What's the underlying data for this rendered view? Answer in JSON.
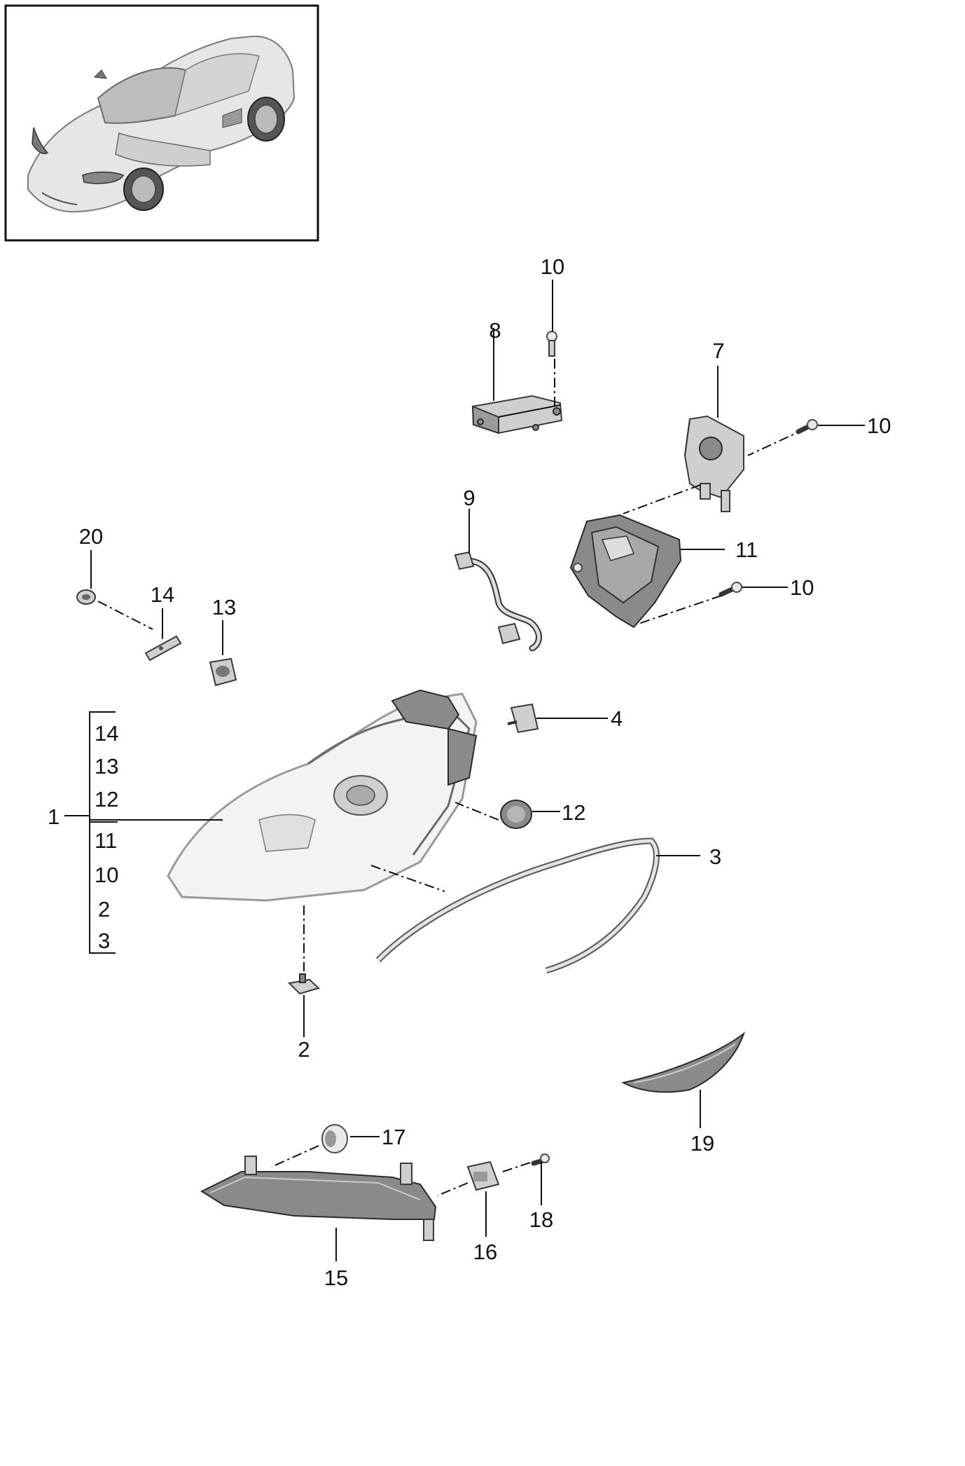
{
  "callouts": {
    "c1": "1",
    "c2": "2",
    "c3": "3",
    "c4": "4",
    "c7": "7",
    "c8": "8",
    "c9": "9",
    "c10a": "10",
    "c10b": "10",
    "c10c": "10",
    "c11": "11",
    "c12": "12",
    "c13": "13",
    "c14": "14",
    "c15": "15",
    "c16": "16",
    "c17": "17",
    "c18": "18",
    "c19": "19",
    "c20": "20"
  },
  "assembly_list": [
    "14",
    "13",
    "12",
    "11",
    "10",
    "2",
    "3"
  ]
}
